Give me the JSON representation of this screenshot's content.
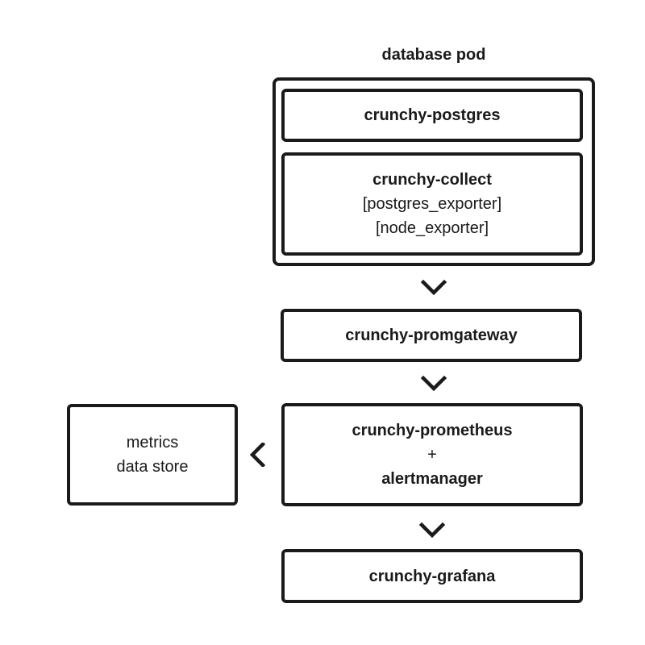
{
  "pod": {
    "title": "database pod"
  },
  "boxes": {
    "postgres": {
      "label": "crunchy-postgres"
    },
    "collect": {
      "label": "crunchy-collect",
      "line2": "[postgres_exporter]",
      "line3": "[node_exporter]"
    },
    "promgateway": {
      "label": "crunchy-promgateway"
    },
    "prometheus": {
      "label": "crunchy-prometheus",
      "plus": "+",
      "label2": "alertmanager"
    },
    "grafana": {
      "label": "crunchy-grafana"
    },
    "metrics": {
      "line1": "metrics",
      "line2": "data store"
    }
  },
  "icons": {
    "down1": "chevron-down-icon",
    "down2": "chevron-down-icon",
    "down3": "chevron-down-icon",
    "left1": "chevron-left-icon"
  }
}
